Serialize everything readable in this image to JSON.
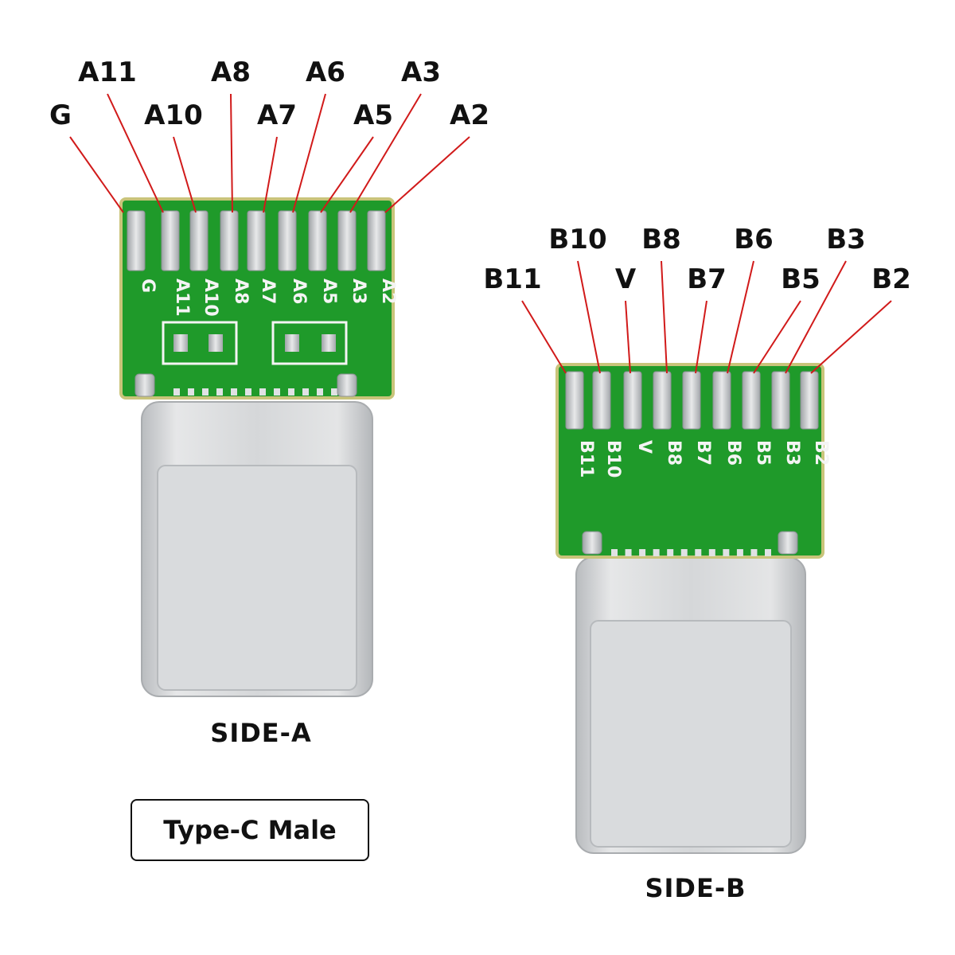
{
  "side_a": {
    "caption": "SIDE-A",
    "pins": [
      {
        "label": "G"
      },
      {
        "label": "A11"
      },
      {
        "label": "A10"
      },
      {
        "label": "A8"
      },
      {
        "label": "A7"
      },
      {
        "label": "A6"
      },
      {
        "label": "A5"
      },
      {
        "label": "A3"
      },
      {
        "label": "A2"
      }
    ],
    "silkscreen": [
      "G",
      "A11",
      "A10",
      "A8",
      "A7",
      "A6",
      "A5",
      "A3",
      "A2"
    ]
  },
  "side_b": {
    "caption": "SIDE-B",
    "pins": [
      {
        "label": "B11"
      },
      {
        "label": "B10"
      },
      {
        "label": "V"
      },
      {
        "label": "B8"
      },
      {
        "label": "B7"
      },
      {
        "label": "B6"
      },
      {
        "label": "B5"
      },
      {
        "label": "B3"
      },
      {
        "label": "B2"
      }
    ],
    "silkscreen": [
      "B11",
      "B10",
      "V",
      "B8",
      "B7",
      "B6",
      "B5",
      "B3",
      "B2"
    ]
  },
  "type_label": "Type-C Male",
  "colors": {
    "pcb": "#1f9a2a",
    "pcb_edge": "#c9c47a",
    "pad": "#c9ccd0",
    "leader": "#d11a1a",
    "metal": "#d4d6d8"
  }
}
